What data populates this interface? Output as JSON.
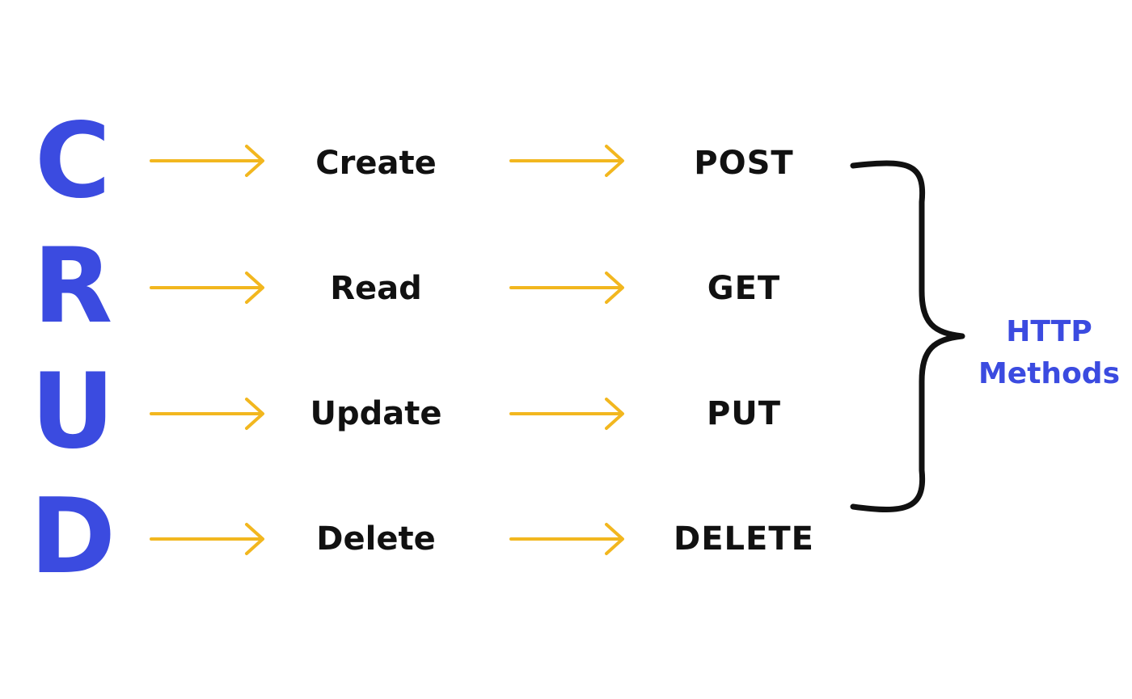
{
  "colors": {
    "letter": "#3b4be0",
    "arrow": "#f2b71f",
    "text": "#111111",
    "brace": "#111111",
    "group_label": "#3b4be0"
  },
  "rows": [
    {
      "letter": "C",
      "operation": "Create",
      "method": "POST"
    },
    {
      "letter": "R",
      "operation": "Read",
      "method": "GET"
    },
    {
      "letter": "U",
      "operation": "Update",
      "method": "PUT"
    },
    {
      "letter": "D",
      "operation": "Delete",
      "method": "DELETE"
    }
  ],
  "group": {
    "line1": "HTTP",
    "line2": "Methods"
  }
}
